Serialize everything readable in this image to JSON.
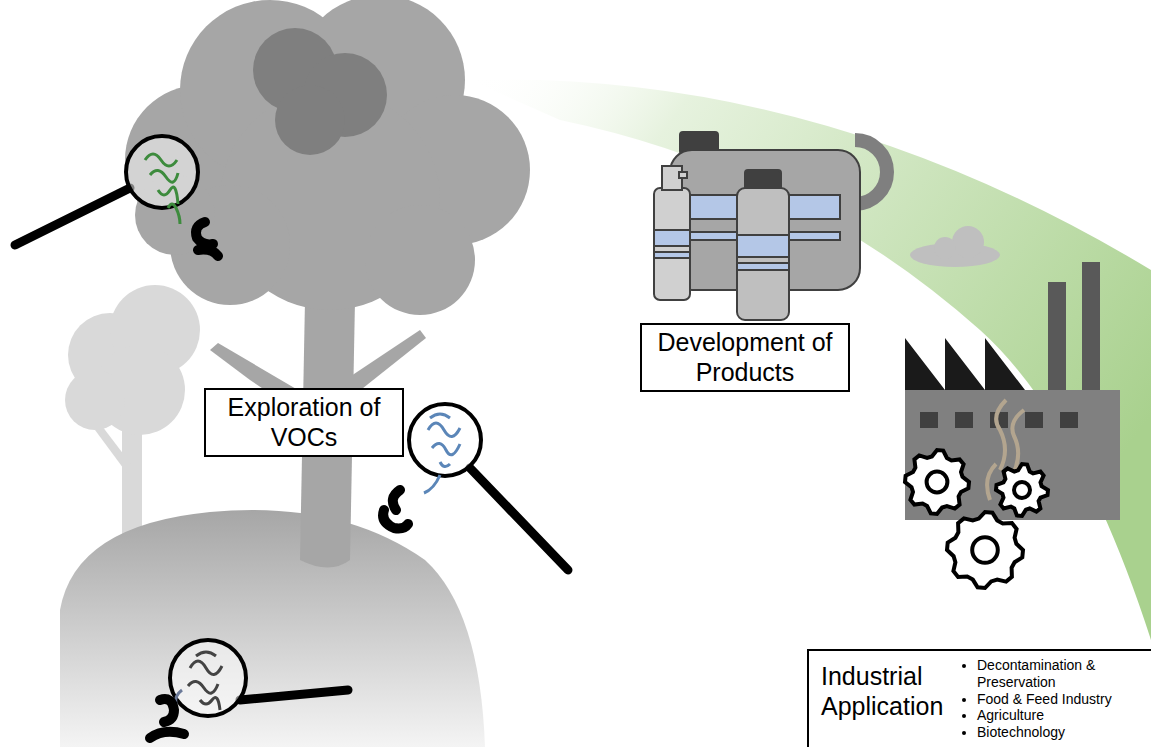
{
  "diagram": {
    "nodes": [
      {
        "text": [
          "Exploration of VOCs"
        ]
      },
      {
        "text": [
          "Development of Products"
        ]
      },
      {
        "text": [
          "Industrial Application",
          "Decontamination & Preservation",
          "Food & Feed Industry",
          "Agriculture",
          "Biotechnology"
        ]
      }
    ]
  }
}
